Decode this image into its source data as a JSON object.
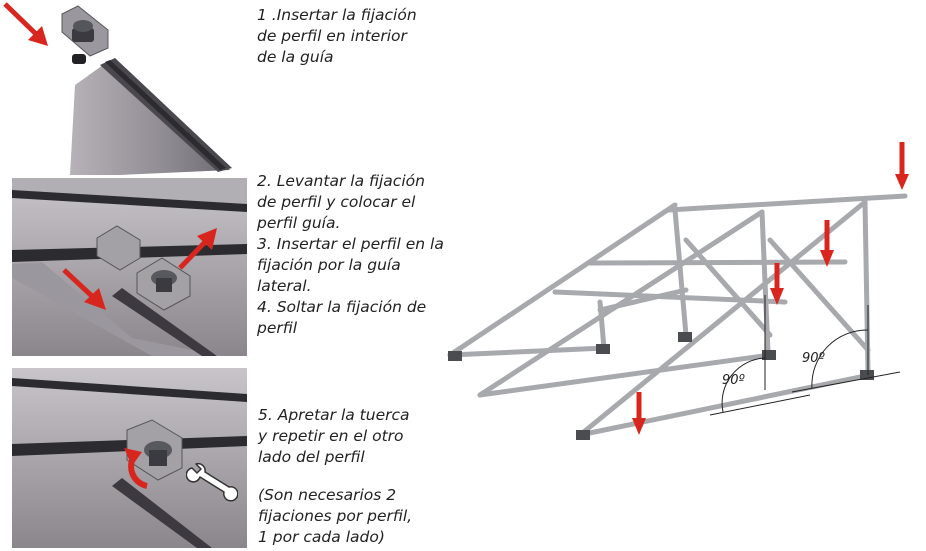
{
  "steps": {
    "step1": [
      "1 .Insertar la fijación",
      "de perfil en interior",
      "de la guía"
    ],
    "step2to4": [
      "2. Levantar la fijación",
      "de perfil  y colocar el",
      "perfil guía.",
      "3. Insertar el perfil en la",
      "fijación por la guía",
      "lateral.",
      "4. Soltar la fijación de",
      "perfil"
    ],
    "step5": [
      "5. Apretar la tuerca",
      "y repetir en el otro",
      "lado del perfil"
    ],
    "note": [
      "(Son necesarios 2",
      "fijaciones por perfil,",
      "1 por cada lado)"
    ]
  },
  "diagram": {
    "angle_left": "90º",
    "angle_right": "90º"
  },
  "colors": {
    "arrow": "#d8261f",
    "profile": "#8c8a90",
    "rail": "#2b2b30",
    "frame": "#a7a9ad",
    "text": "#222222"
  }
}
